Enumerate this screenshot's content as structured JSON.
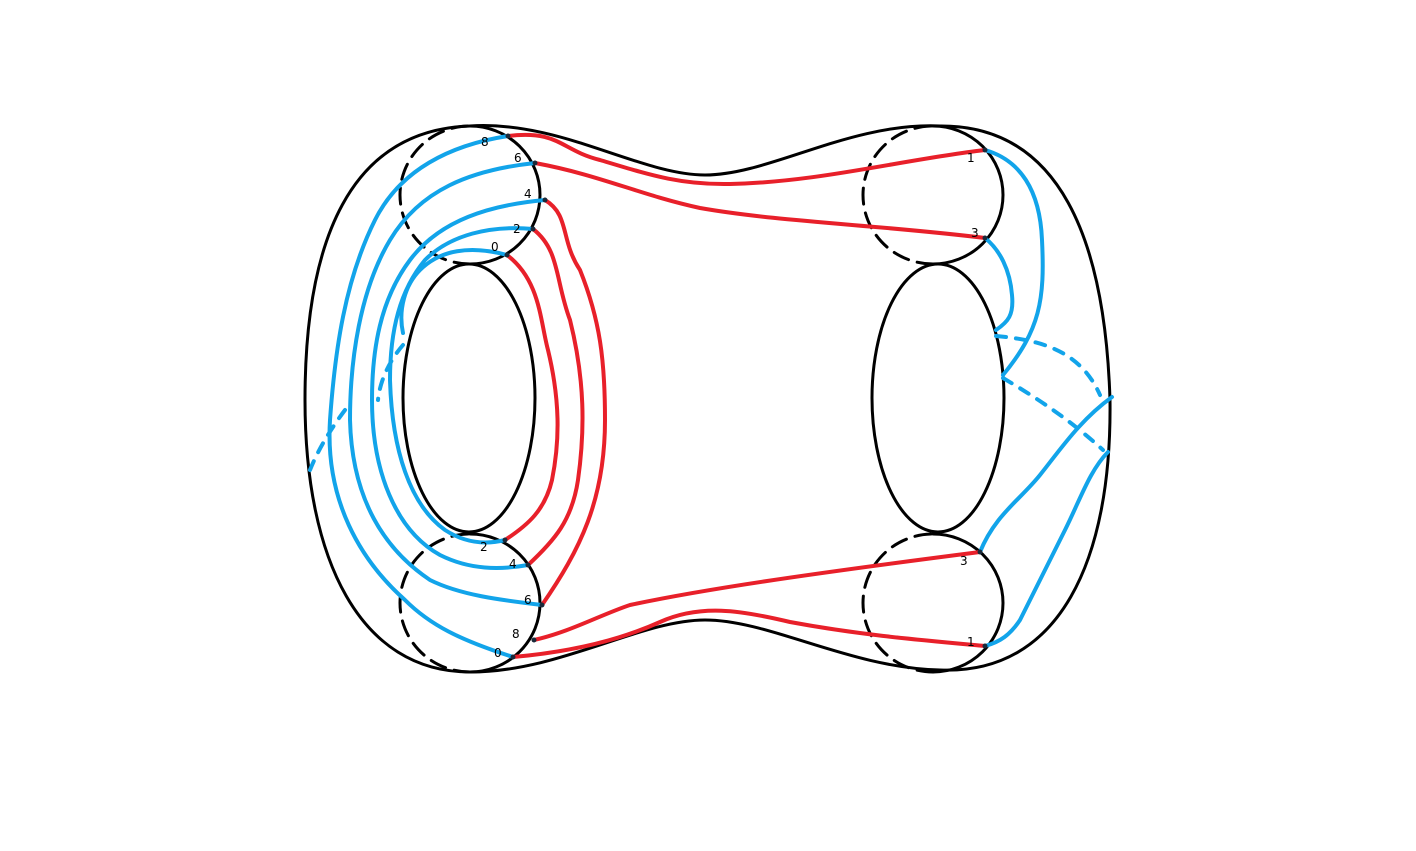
{
  "colors": {
    "outline": "#000000",
    "red_curve": "#e8202a",
    "blue_curve": "#12a4ea",
    "background": "#ffffff"
  },
  "labels": {
    "left_top": [
      "8",
      "6",
      "4",
      "2",
      "0"
    ],
    "left_bottom": [
      "2",
      "4",
      "6",
      "8",
      "0"
    ],
    "right_top": [
      "1",
      "3"
    ],
    "right_bottom": [
      "3",
      "1"
    ]
  }
}
